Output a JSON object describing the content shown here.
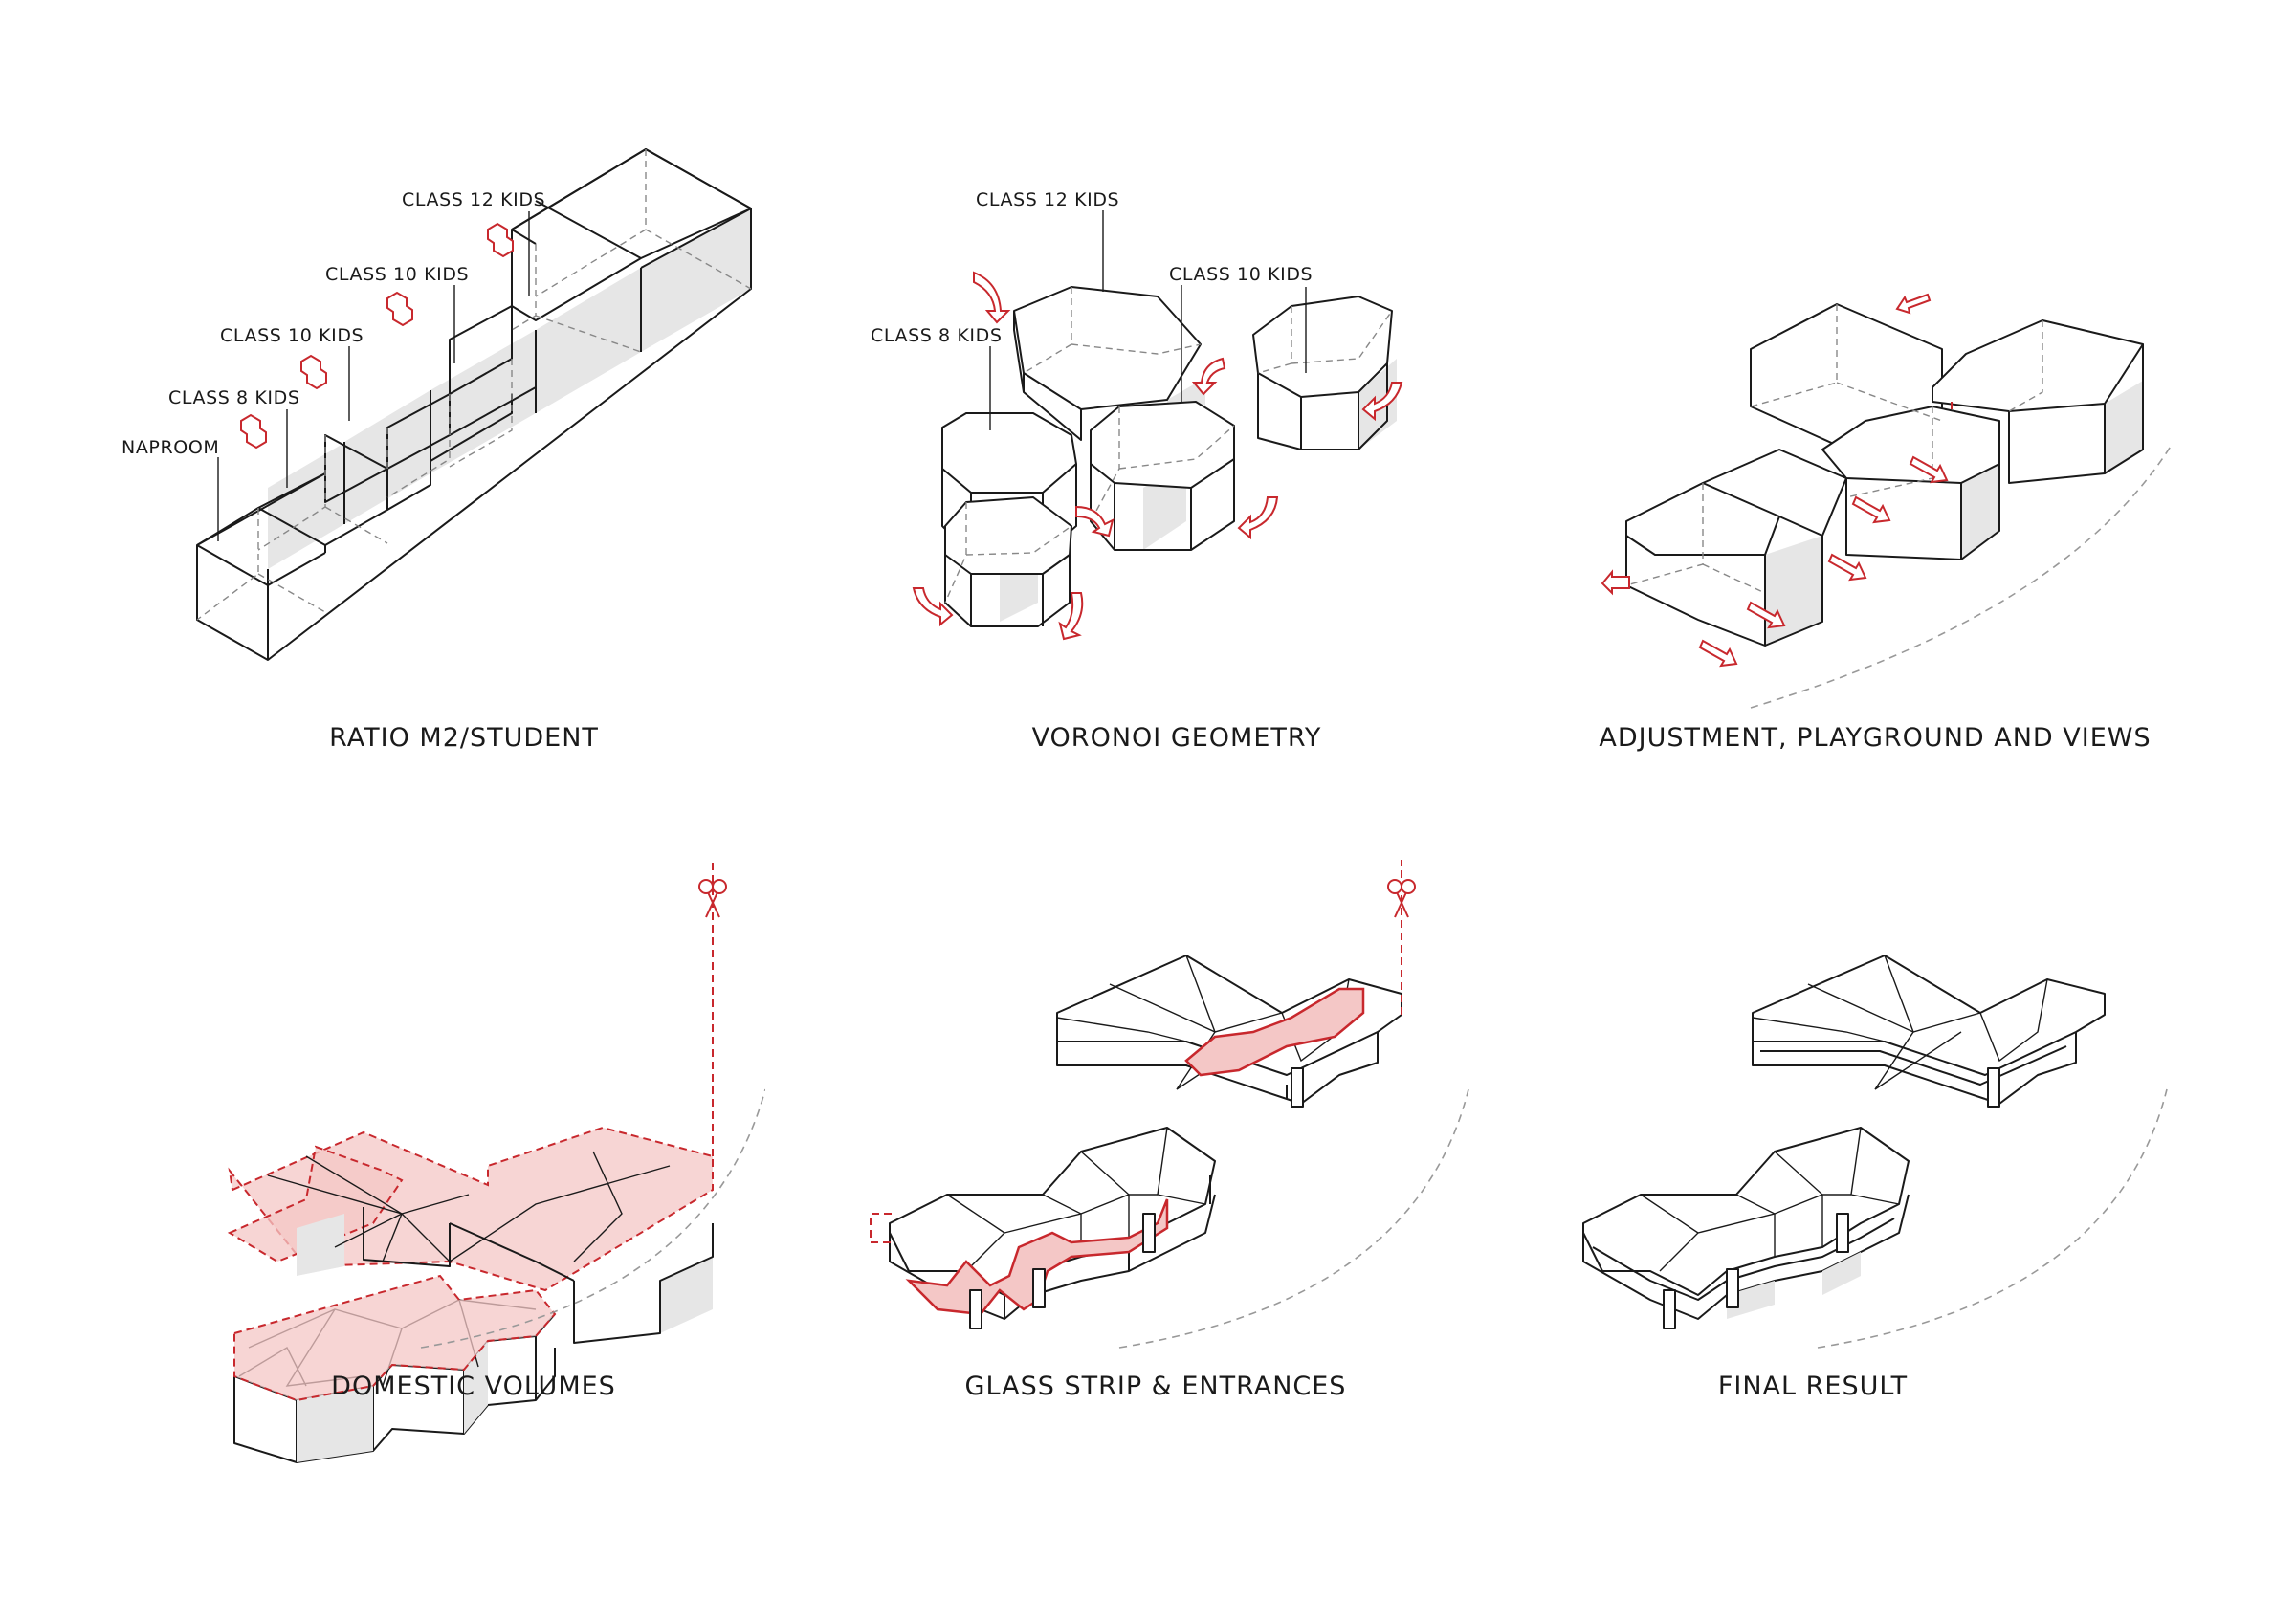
{
  "panels": [
    {
      "id": "ratio",
      "caption": "RATIO M2/STUDENT",
      "labels": [
        "CLASS 12 KIDS",
        "CLASS 10 KIDS",
        "CLASS 10 KIDS",
        "CLASS 8 KIDS",
        "NAPROOM"
      ]
    },
    {
      "id": "voronoi",
      "caption": "VORONOI GEOMETRY",
      "labels": [
        "CLASS 12 KIDS",
        "CLASS 10 KIDS",
        "CLASS 8 KIDS"
      ]
    },
    {
      "id": "adjustment",
      "caption": "ADJUSTMENT, PLAYGROUND AND VIEWS",
      "labels": []
    },
    {
      "id": "domestic",
      "caption": "DOMESTIC VOLUMES",
      "labels": []
    },
    {
      "id": "glass",
      "caption": "GLASS STRIP & ENTRANCES",
      "labels": []
    },
    {
      "id": "final",
      "caption": "FINAL RESULT",
      "labels": []
    }
  ],
  "colors": {
    "accent": "#c8282d",
    "accent_fill": "#f4c7c6",
    "line": "#1a1a1a",
    "shade": "#e6e6e6"
  },
  "icons": [
    "kid-group-icon",
    "rotate-arrow-icon",
    "push-arrow-icon",
    "scissors-icon"
  ]
}
